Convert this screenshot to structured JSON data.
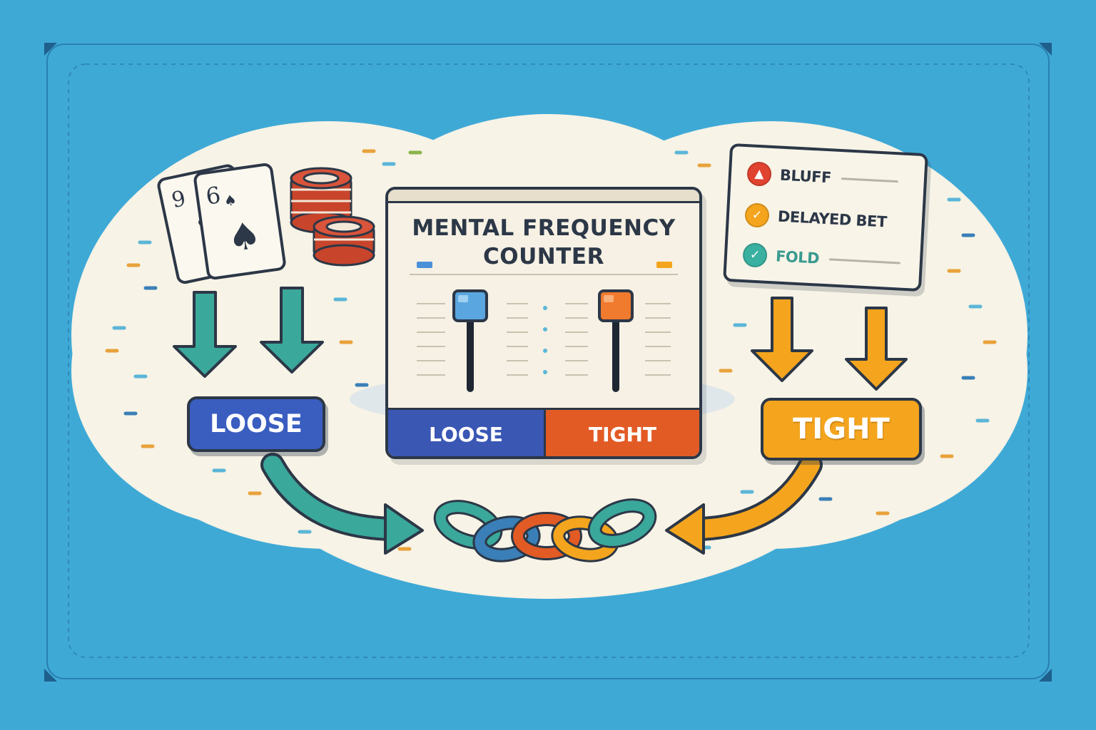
{
  "panel": {
    "title_line1": "MENTAL FREQUENCY",
    "title_line2": "COUNTER",
    "segment_left": "LOOSE",
    "segment_right": "TIGHT"
  },
  "left": {
    "cards": [
      "9",
      "6"
    ],
    "label": "LOOSE"
  },
  "right": {
    "checklist": [
      {
        "label": "BLUFF",
        "icon": "warning-icon"
      },
      {
        "label": "DELAYED BET",
        "icon": "check-icon"
      },
      {
        "label": "FOLD",
        "icon": "check-icon"
      }
    ],
    "label": "TIGHT"
  },
  "colors": {
    "background": "#3fa9d6",
    "loose_blue": "#3a57b4",
    "tight_orange": "#e25b25",
    "tight_yellow": "#f4a51d",
    "arrow_teal": "#3aa89a",
    "chain_center": "#e25b25"
  }
}
